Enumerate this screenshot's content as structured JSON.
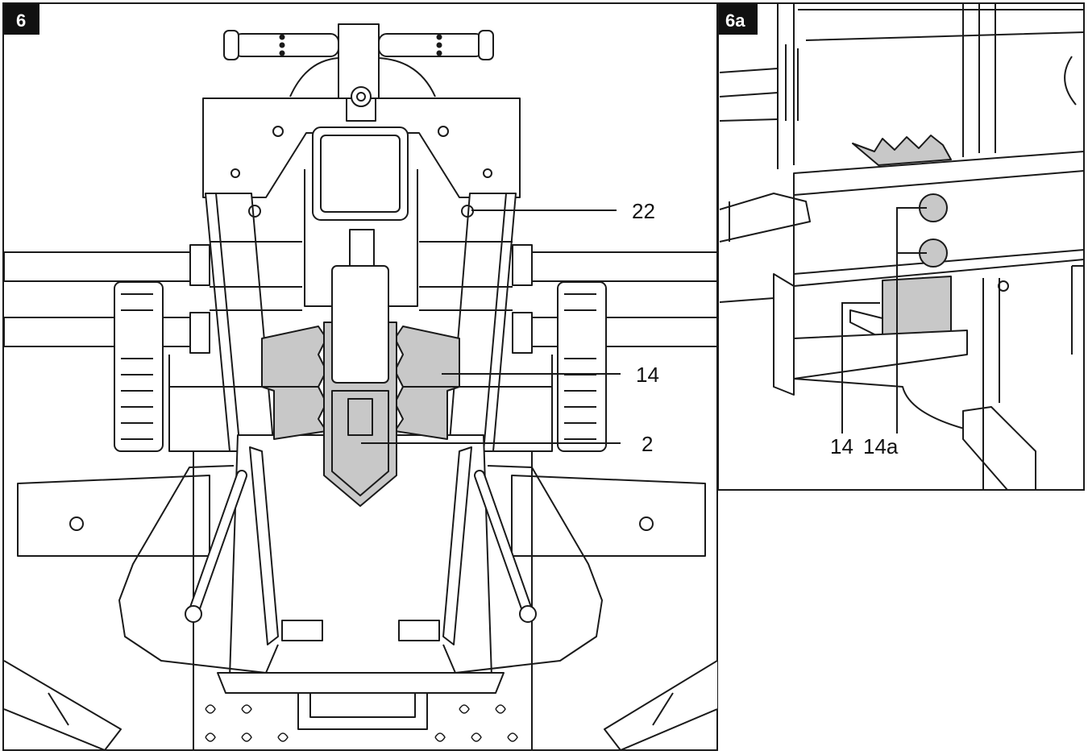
{
  "panels": {
    "main": {
      "badge": "6"
    },
    "inset": {
      "badge": "6a"
    }
  },
  "callouts": {
    "main": [
      "22",
      "14",
      "2"
    ],
    "inset": [
      "14",
      "14a"
    ]
  },
  "colors": {
    "line": "#1a1a1a",
    "highlight": "#c8c8c8",
    "badge": "#111111",
    "background": "#ffffff"
  }
}
